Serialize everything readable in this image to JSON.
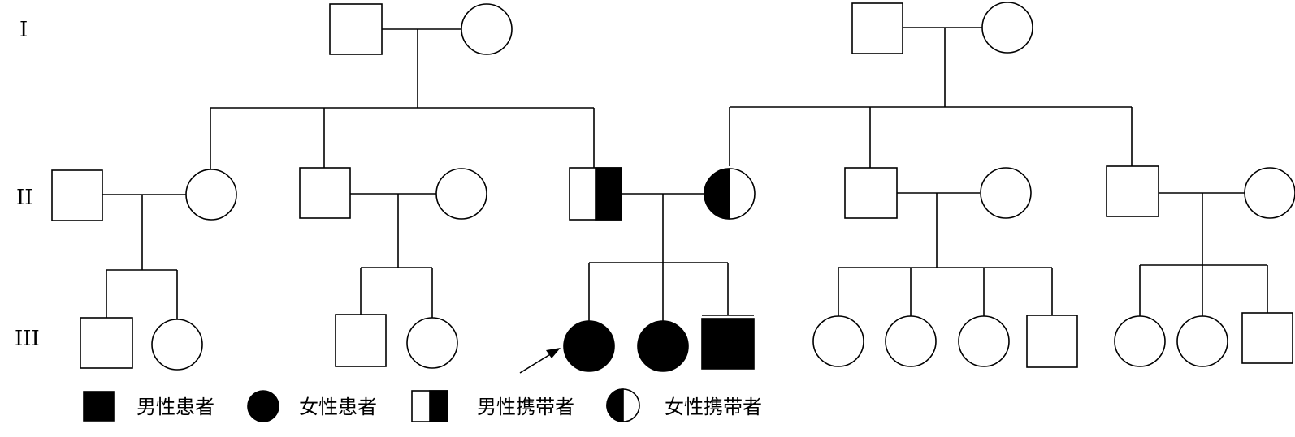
{
  "generations": [
    "I",
    "II",
    "III"
  ],
  "legend": {
    "affected_male": "男性患者",
    "affected_female": "女性患者",
    "carrier_male": "男性携带者",
    "carrier_female": "女性携带者"
  },
  "individuals": [
    {
      "id": "I-1",
      "sex": "male",
      "status": "normal"
    },
    {
      "id": "I-2",
      "sex": "female",
      "status": "normal"
    },
    {
      "id": "I-3",
      "sex": "male",
      "status": "normal"
    },
    {
      "id": "I-4",
      "sex": "female",
      "status": "normal"
    },
    {
      "id": "II-1",
      "sex": "male",
      "status": "normal"
    },
    {
      "id": "II-2",
      "sex": "female",
      "status": "normal"
    },
    {
      "id": "II-3",
      "sex": "male",
      "status": "normal"
    },
    {
      "id": "II-4",
      "sex": "female",
      "status": "normal"
    },
    {
      "id": "II-5",
      "sex": "male",
      "status": "carrier"
    },
    {
      "id": "II-6",
      "sex": "female",
      "status": "carrier"
    },
    {
      "id": "II-7",
      "sex": "male",
      "status": "normal"
    },
    {
      "id": "II-8",
      "sex": "female",
      "status": "normal"
    },
    {
      "id": "II-9",
      "sex": "male",
      "status": "normal"
    },
    {
      "id": "II-10",
      "sex": "female",
      "status": "normal"
    },
    {
      "id": "III-1",
      "sex": "male",
      "status": "normal"
    },
    {
      "id": "III-2",
      "sex": "female",
      "status": "normal"
    },
    {
      "id": "III-3",
      "sex": "male",
      "status": "normal"
    },
    {
      "id": "III-4",
      "sex": "female",
      "status": "normal"
    },
    {
      "id": "III-5",
      "sex": "female",
      "status": "affected",
      "proband": true
    },
    {
      "id": "III-6",
      "sex": "female",
      "status": "affected"
    },
    {
      "id": "III-7",
      "sex": "male",
      "status": "affected"
    },
    {
      "id": "III-8",
      "sex": "female",
      "status": "normal"
    },
    {
      "id": "III-9",
      "sex": "female",
      "status": "normal"
    },
    {
      "id": "III-10",
      "sex": "female",
      "status": "normal"
    },
    {
      "id": "III-11",
      "sex": "male",
      "status": "normal"
    },
    {
      "id": "III-12",
      "sex": "female",
      "status": "normal"
    },
    {
      "id": "III-13",
      "sex": "female",
      "status": "normal"
    },
    {
      "id": "III-14",
      "sex": "male",
      "status": "normal"
    }
  ]
}
